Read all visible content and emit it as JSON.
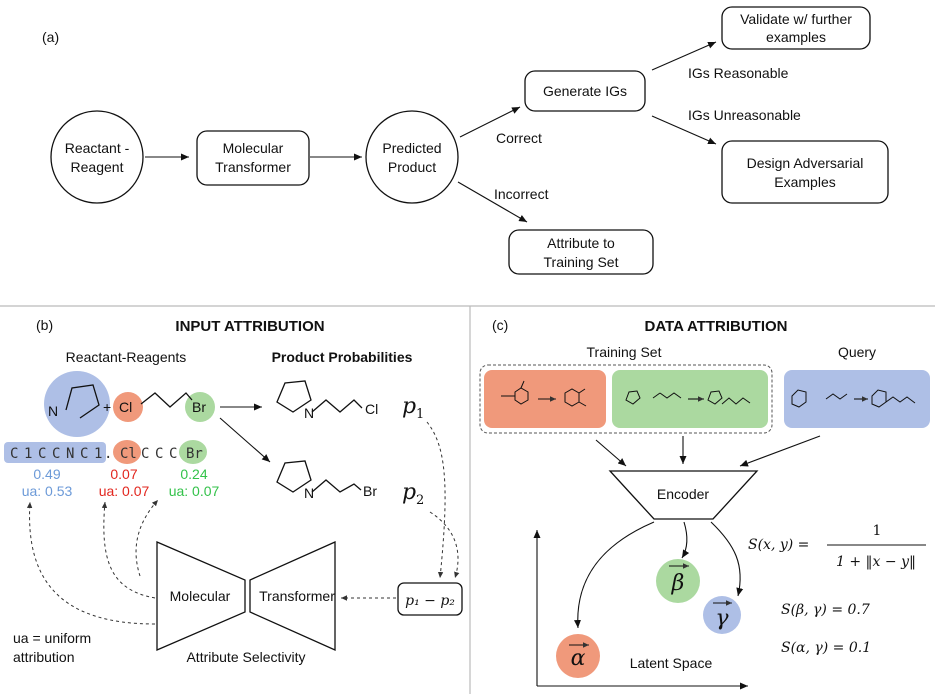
{
  "colors": {
    "blue": "#aebfe6",
    "red": "#f0997b",
    "green": "#abd9a0",
    "blue_text": "#6c9ad8",
    "red_text": "#e2271f",
    "green_text": "#33c24a",
    "divider": "#bbbbbb"
  },
  "panel_a": {
    "label": "(a)",
    "nodes": {
      "reactant_line1": "Reactant -",
      "reactant_line2": "Reagent",
      "mt_line1": "Molecular",
      "mt_line2": "Transformer",
      "pred_line1": "Predicted",
      "pred_line2": "Product",
      "generate": "Generate IGs",
      "validate_line1": "Validate w/ further",
      "validate_line2": "examples",
      "design_line1": "Design Adversarial",
      "design_line2": "Examples",
      "attribute_line1": "Attribute to",
      "attribute_line2": "Training Set"
    },
    "edges": {
      "correct": "Correct",
      "incorrect": "Incorrect",
      "reasonable": "IGs Reasonable",
      "unreasonable": "IGs Unreasonable"
    }
  },
  "panel_b": {
    "label": "(b)",
    "title": "INPUT ATTRIBUTION",
    "reactants_header": "Reactant-Reagents",
    "products_header": "Product Probabilities",
    "atoms": {
      "n": "N",
      "cl": "Cl",
      "br": "Br",
      "plus": "+"
    },
    "smiles_tokens": [
      "C",
      "1",
      "C",
      "C",
      "N",
      "C",
      "1",
      ".",
      "Cl",
      "C",
      "C",
      "C",
      "Br"
    ],
    "attr_blue": {
      "value": "0.49",
      "ua": "ua: 0.53"
    },
    "attr_red": {
      "value": "0.07",
      "ua": "ua: 0.07"
    },
    "attr_green": {
      "value": "0.24",
      "ua": "ua: 0.07"
    },
    "p1": "p",
    "p1_sub": "1",
    "p2": "p",
    "p2_sub": "2",
    "diff_box": "p₁ − p₂",
    "model_left": "Molecular",
    "model_right": "Transformer",
    "caption": "Attribute Selectivity",
    "ua_note_line1": "ua = uniform",
    "ua_note_line2": "attribution"
  },
  "panel_c": {
    "label": "(c)",
    "title": "DATA ATTRIBUTION",
    "training_header": "Training Set",
    "query_header": "Query",
    "encoder": "Encoder",
    "latent": "Latent Space",
    "vec_alpha": "α",
    "vec_beta": "β",
    "vec_gamma": "γ",
    "formula_lhs": "S(x, y) =",
    "formula_num": "1",
    "formula_den": "1 + ‖x − y‖",
    "sim_bg": "S(β, γ) = 0.7",
    "sim_ag": "S(α, γ) = 0.1"
  }
}
